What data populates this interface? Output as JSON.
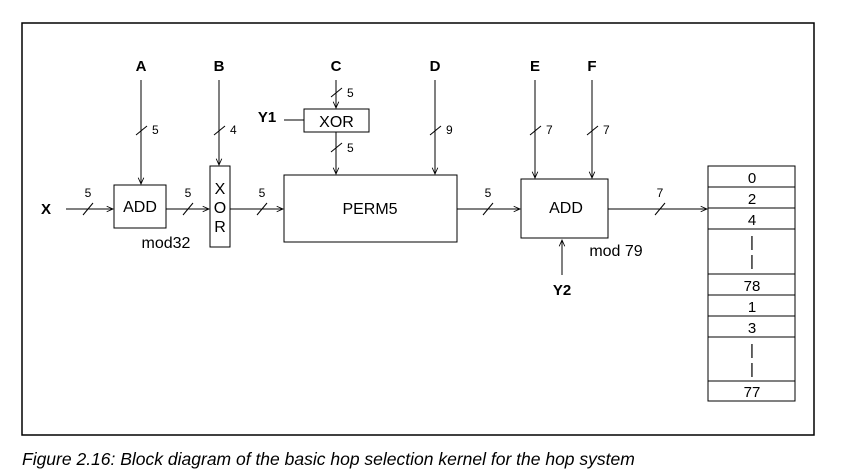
{
  "inputs": {
    "A": "A",
    "B": "B",
    "C": "C",
    "D": "D",
    "E": "E",
    "F": "F",
    "X": "X",
    "Y1": "Y1",
    "Y2": "Y2"
  },
  "blocks": {
    "add1": "ADD",
    "xor_vertical": [
      "X",
      "O",
      "R"
    ],
    "xor_top": "XOR",
    "perm": "PERM5",
    "add2": "ADD"
  },
  "annotations": {
    "mod32": "mod32",
    "mod79": "mod 79"
  },
  "bus_widths": {
    "A": "5",
    "B": "4",
    "C_top": "5",
    "C_bottom": "5",
    "D": "9",
    "E": "7",
    "F": "7",
    "X": "5",
    "add1_out": "5",
    "xor_out": "5",
    "perm_out": "5",
    "add2_out": "7"
  },
  "lookup_table": [
    "0",
    "2",
    "4",
    "|",
    "|",
    "78",
    "1",
    "3",
    "|",
    "|",
    "77"
  ],
  "caption": "Figure 2.16:  Block diagram of the basic hop selection kernel for the hop system"
}
